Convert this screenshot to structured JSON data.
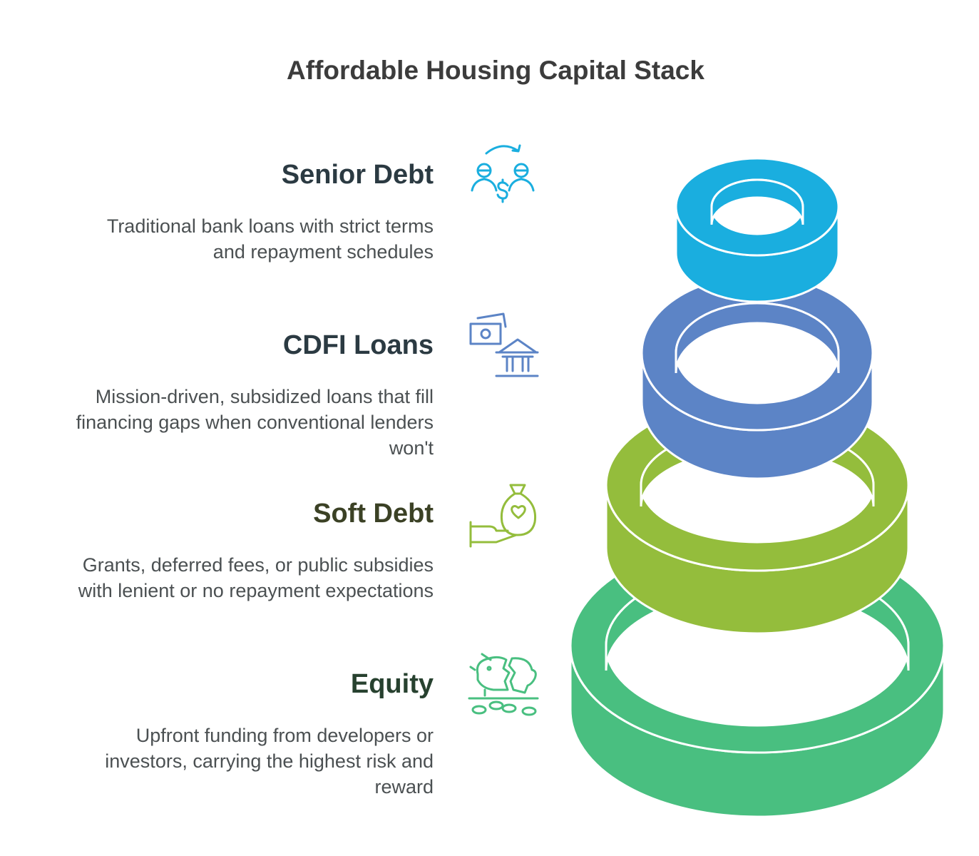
{
  "title": "Affordable Housing Capital Stack",
  "tiers": [
    {
      "title": "Senior Debt",
      "description_lines": [
        "Traditional bank loans with strict terms",
        "and repayment schedules"
      ],
      "icon": "money-exchange-icon",
      "color": "#1aaedf"
    },
    {
      "title": "CDFI Loans",
      "description_lines": [
        "Mission-driven, subsidized loans that fill",
        "financing gaps when conventional lenders",
        "won't"
      ],
      "icon": "bank-cash-icon",
      "color": "#5c84c6"
    },
    {
      "title": "Soft Debt",
      "description_lines": [
        "Grants, deferred fees, or public subsidies",
        "with lenient or no repayment expectations"
      ],
      "icon": "hand-money-bag-heart-icon",
      "color": "#94bd3c"
    },
    {
      "title": "Equity",
      "description_lines": [
        "Upfront funding from developers or",
        "investors, carrying the highest risk and",
        "reward"
      ],
      "icon": "broken-piggy-bank-icon",
      "color": "#49bf80"
    }
  ]
}
